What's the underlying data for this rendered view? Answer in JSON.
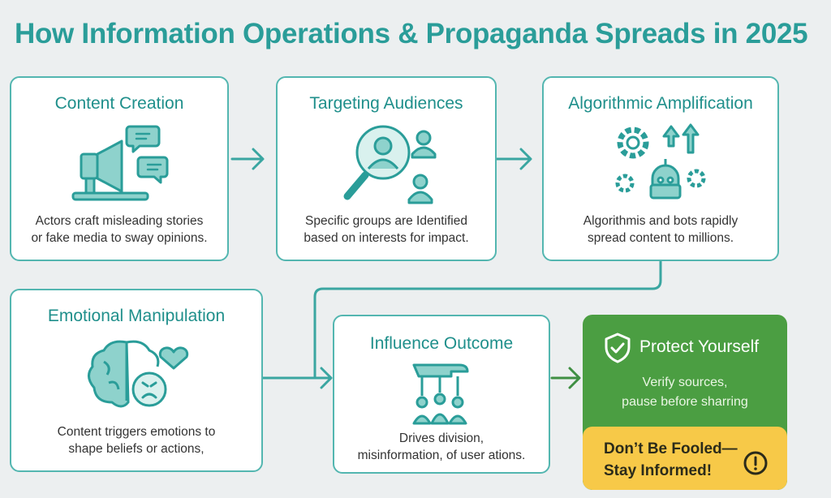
{
  "title": "How Information Operations & Propaganda Spreads in 2025",
  "colors": {
    "teal": "#2a9d99",
    "card_border": "#53b6b0",
    "protect_green": "#4b9e42",
    "warning_yellow": "#f7c948"
  },
  "steps": [
    {
      "title": "Content Creation",
      "desc_lines": [
        "Actors craft misleading stories",
        "or fake media to sway opinions."
      ],
      "icon": "megaphone-icon"
    },
    {
      "title": "Targeting Audiences",
      "desc_lines": [
        "Specific groups are Identified",
        "based on interests for impact."
      ],
      "icon": "magnifier-user-icon"
    },
    {
      "title": "Algorithmic Amplification",
      "desc_lines": [
        "Algorithmis and bots rapidly",
        "spread content to millions."
      ],
      "icon": "gears-bot-icon"
    },
    {
      "title": "Emotional Manipulation",
      "desc_lines": [
        "Content triggers emotions to",
        "shape beliefs or actions,"
      ],
      "icon": "brain-heart-icon"
    },
    {
      "title": "Influence Outcome",
      "desc_lines": [
        "Drives division,",
        "misinformation, of user ations."
      ],
      "icon": "puppet-hand-icon"
    }
  ],
  "protect": {
    "title": "Protect Yourself",
    "desc_lines": [
      "Verify sources,",
      "pause before sharring"
    ],
    "icon": "shield-check-icon"
  },
  "warning": {
    "lines": [
      "Don’t Be Fooled—",
      "Stay Informed!"
    ],
    "icon": "exclamation-circle-icon"
  }
}
